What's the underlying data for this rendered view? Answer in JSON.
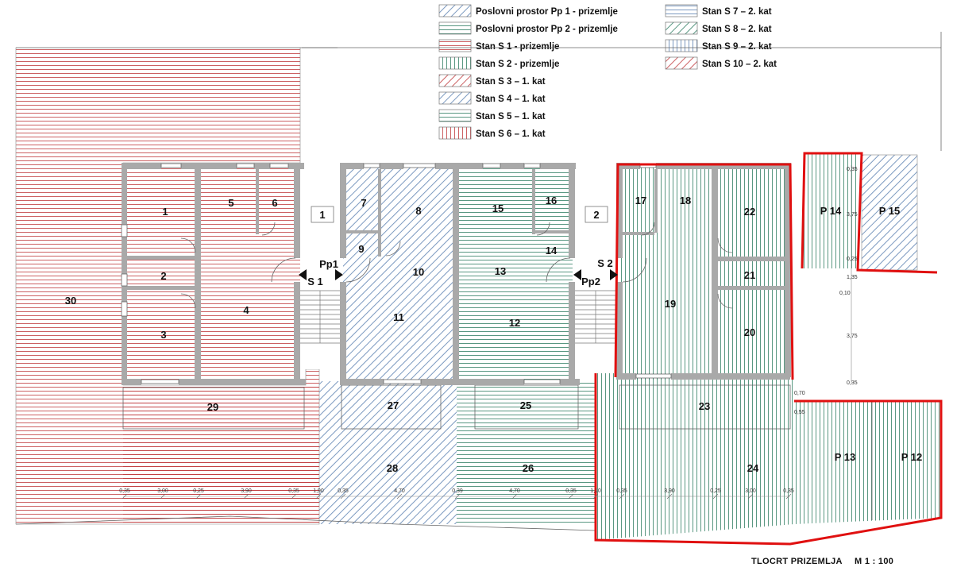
{
  "legend": [
    {
      "label": "Poslovni prostor Pp 1 - prizemlje",
      "pattern": "diag-blue"
    },
    {
      "label": "Poslovni prostor Pp 2 - prizemlje",
      "pattern": "h-green"
    },
    {
      "label": "Stan S 1 - prizemlje",
      "pattern": "h-red"
    },
    {
      "label": "Stan S 2 - prizemlje",
      "pattern": "v-green"
    },
    {
      "label": "Stan S 3 – 1. kat",
      "pattern": "diag-red"
    },
    {
      "label": "Stan S 4 – 1. kat",
      "pattern": "diag-blue"
    },
    {
      "label": "Stan S 5 – 1. kat",
      "pattern": "h-green"
    },
    {
      "label": "Stan S 6 – 1. kat",
      "pattern": "v-red"
    },
    {
      "label": "Stan S 7 – 2. kat",
      "pattern": "h-blue"
    },
    {
      "label": "Stan S 8 – 2. kat",
      "pattern": "diag-green"
    },
    {
      "label": "Stan S 9 – 2. kat",
      "pattern": "v-blue"
    },
    {
      "label": "Stan S 10 – 2. kat",
      "pattern": "diag-red"
    }
  ],
  "rooms": {
    "r1": "1",
    "r2": "2",
    "r3": "3",
    "r4": "4",
    "r5": "5",
    "r6": "6",
    "r7": "7",
    "r8": "8",
    "r9": "9",
    "r10": "10",
    "r11": "11",
    "r12": "12",
    "r13": "13",
    "r14": "14",
    "r15": "15",
    "r16": "16",
    "r17": "17",
    "r18": "18",
    "r19": "19",
    "r20": "20",
    "r21": "21",
    "r22": "22",
    "r23": "23",
    "r24": "24",
    "r25": "25",
    "r26": "26",
    "r27": "27",
    "r28": "28",
    "r29": "29",
    "r30": "30",
    "stair1": "1",
    "stair2": "2"
  },
  "parking": {
    "p12": "P 12",
    "p13": "P 13",
    "p14": "P 14",
    "p15": "P 15"
  },
  "entrances": {
    "s1": "S 1",
    "pp1": "Pp1",
    "s2": "S 2",
    "pp2": "Pp2"
  },
  "dimensions_bottom": [
    "0,35",
    "3,00",
    "0,25",
    "3,90",
    "0,35",
    "1,90",
    "0,35",
    "4,70",
    "0,39",
    "4,70",
    "0,35",
    "1,10",
    "0,35",
    "3,90",
    "0,25",
    "3,00",
    "0,35"
  ],
  "dimensions_right": [
    "0,35",
    "3,75",
    "0,25",
    "1,35",
    "0,10",
    "3,75",
    "0,35",
    "0,70",
    "0,55"
  ],
  "title": "TLOCRT PRIZEMLJA",
  "scale": "M 1 : 100",
  "colors": {
    "red": "#c0393b",
    "green": "#2f7d62",
    "blue": "#5a7fb0",
    "wall": "#a9a9a9",
    "outline": "#e01010"
  }
}
